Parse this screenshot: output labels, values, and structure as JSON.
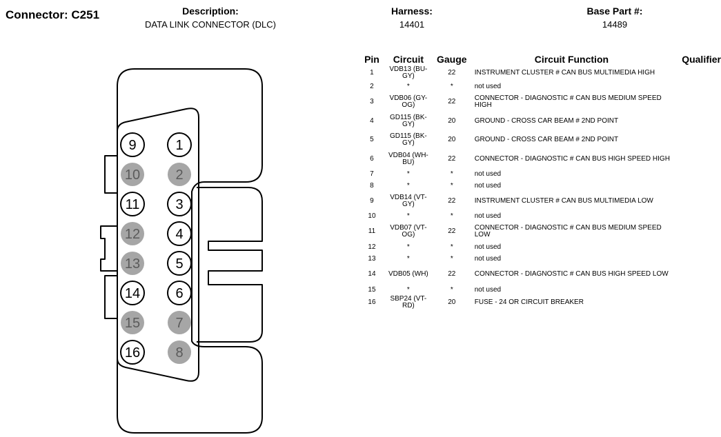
{
  "header": {
    "connector_title": "Connector: C251",
    "description_label": "Description:",
    "description_value": "DATA LINK CONNECTOR (DLC)",
    "harness_label": "Harness:",
    "harness_value": "14401",
    "base_part_label": "Base Part #:",
    "base_part_value": "14489"
  },
  "diagram": {
    "pin_fill_used": "#ffffff",
    "pin_fill_unused": "#a6a6a6",
    "pins": [
      {
        "label": "9",
        "used": true
      },
      {
        "label": "1",
        "used": true
      },
      {
        "label": "10",
        "used": false
      },
      {
        "label": "2",
        "used": false
      },
      {
        "label": "11",
        "used": true
      },
      {
        "label": "3",
        "used": true
      },
      {
        "label": "12",
        "used": false
      },
      {
        "label": "4",
        "used": true
      },
      {
        "label": "13",
        "used": false
      },
      {
        "label": "5",
        "used": true
      },
      {
        "label": "14",
        "used": true
      },
      {
        "label": "6",
        "used": true
      },
      {
        "label": "15",
        "used": false
      },
      {
        "label": "7",
        "used": false
      },
      {
        "label": "16",
        "used": true
      },
      {
        "label": "8",
        "used": false
      }
    ]
  },
  "table": {
    "headers": {
      "pin": "Pin",
      "circuit": "Circuit",
      "gauge": "Gauge",
      "function": "Circuit Function",
      "qualifier": "Qualifier"
    },
    "rows": [
      {
        "pin": "1",
        "circuit": "VDB13 (BU-GY)",
        "gauge": "22",
        "function": "INSTRUMENT CLUSTER # CAN BUS MULTIMEDIA HIGH"
      },
      {
        "pin": "2",
        "circuit": "*",
        "gauge": "*",
        "function": "not used"
      },
      {
        "pin": "3",
        "circuit": "VDB06 (GY-OG)",
        "gauge": "22",
        "function": "CONNECTOR - DIAGNOSTIC # CAN BUS MEDIUM SPEED HIGH"
      },
      {
        "pin": "4",
        "circuit": "GD115 (BK-GY)",
        "gauge": "20",
        "function": "GROUND - CROSS CAR BEAM # 2ND POINT"
      },
      {
        "pin": "5",
        "circuit": "GD115 (BK-GY)",
        "gauge": "20",
        "function": "GROUND - CROSS CAR BEAM # 2ND POINT"
      },
      {
        "pin": "6",
        "circuit": "VDB04 (WH-BU)",
        "gauge": "22",
        "function": "CONNECTOR - DIAGNOSTIC # CAN BUS HIGH SPEED HIGH"
      },
      {
        "pin": "7",
        "circuit": "*",
        "gauge": "*",
        "function": "not used"
      },
      {
        "pin": "8",
        "circuit": "*",
        "gauge": "*",
        "function": "not used"
      },
      {
        "pin": "9",
        "circuit": "VDB14 (VT-GY)",
        "gauge": "22",
        "function": "INSTRUMENT CLUSTER # CAN BUS MULTIMEDIA LOW"
      },
      {
        "pin": "10",
        "circuit": "*",
        "gauge": "*",
        "function": "not used"
      },
      {
        "pin": "11",
        "circuit": "VDB07 (VT-OG)",
        "gauge": "22",
        "function": "CONNECTOR - DIAGNOSTIC # CAN BUS MEDIUM SPEED LOW"
      },
      {
        "pin": "12",
        "circuit": "*",
        "gauge": "*",
        "function": "not used"
      },
      {
        "pin": "13",
        "circuit": "*",
        "gauge": "*",
        "function": "not used"
      },
      {
        "pin": "14",
        "circuit": "VDB05 (WH)",
        "gauge": "22",
        "function": "CONNECTOR - DIAGNOSTIC # CAN BUS HIGH SPEED LOW"
      },
      {
        "pin": "15",
        "circuit": "*",
        "gauge": "*",
        "function": "not used"
      },
      {
        "pin": "16",
        "circuit": "SBP24 (VT-RD)",
        "gauge": "20",
        "function": "FUSE - 24 OR CIRCUIT BREAKER"
      }
    ]
  }
}
